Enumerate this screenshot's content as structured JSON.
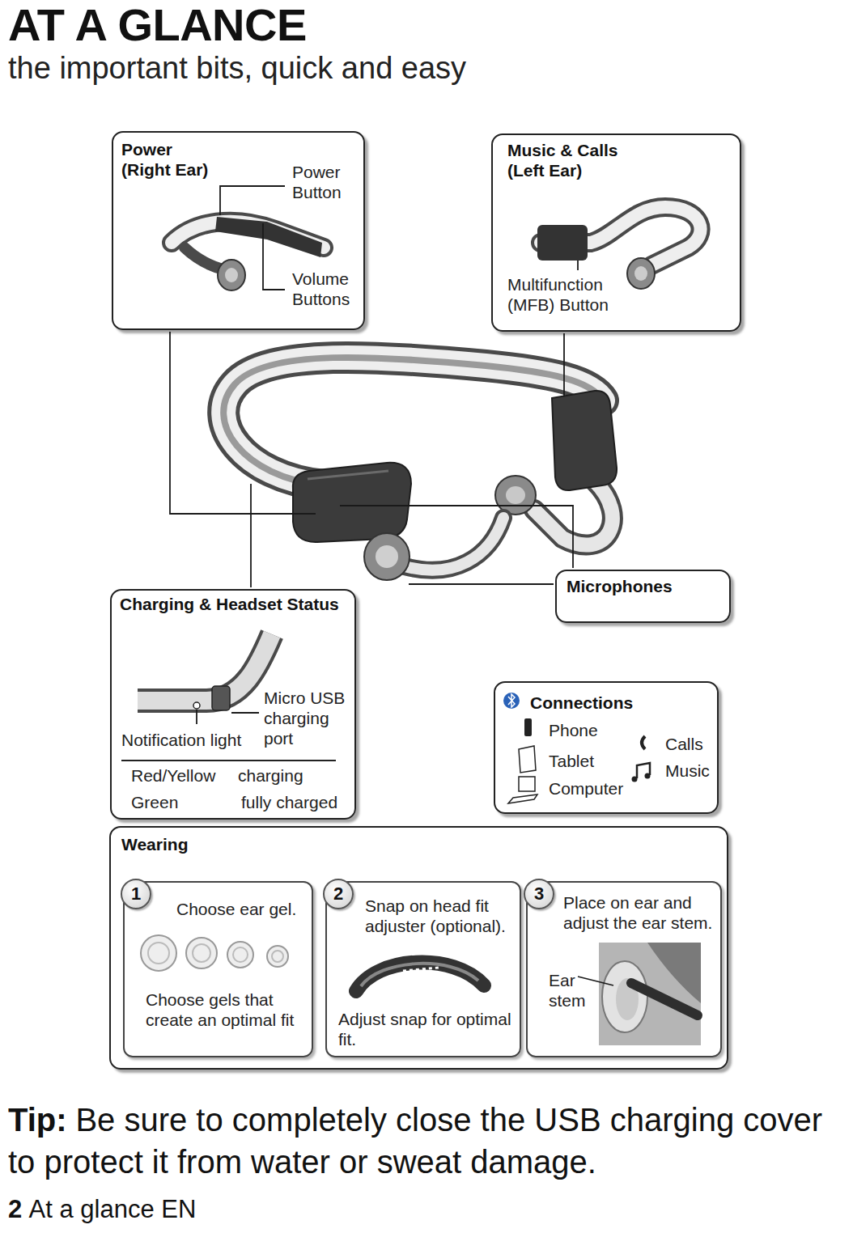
{
  "diagram": {
    "title": "AT A GLANCE",
    "nodes": [
      {
        "text": [
          "Power (Right Ear)",
          "Power Button",
          "Volume Buttons"
        ]
      },
      {
        "text": [
          "Music & Calls (Left Ear)",
          "Multifunction (MFB) Button"
        ]
      },
      {
        "text": [
          "Microphones"
        ]
      },
      {
        "text": [
          "Charging & Headset Status",
          "Micro USB charging port",
          "Notification light",
          "Red/Yellow",
          "charging",
          "Green",
          "fully charged"
        ]
      },
      {
        "text": [
          "Connections",
          "Phone",
          "Tablet",
          "Computer",
          "Calls",
          "Music"
        ]
      },
      {
        "text": [
          "Wearing"
        ]
      },
      {
        "text": [
          "1",
          "Choose ear gel.",
          "Choose gels that create an optimal fit"
        ],
        "in": 5
      },
      {
        "text": [
          "2",
          "Snap on head fit adjuster (optional).",
          "Adjust snap for optimal fit."
        ],
        "in": 5
      },
      {
        "text": [
          "3",
          "Place on ear and adjust the ear stem.",
          "Ear stem"
        ],
        "in": 5
      }
    ],
    "labels": [
      "the important bits, quick and easy",
      "Tip:",
      "Be sure to completely close the USB charging cover to protect it from water or sweat damage.",
      "2",
      "At a glance EN"
    ]
  }
}
